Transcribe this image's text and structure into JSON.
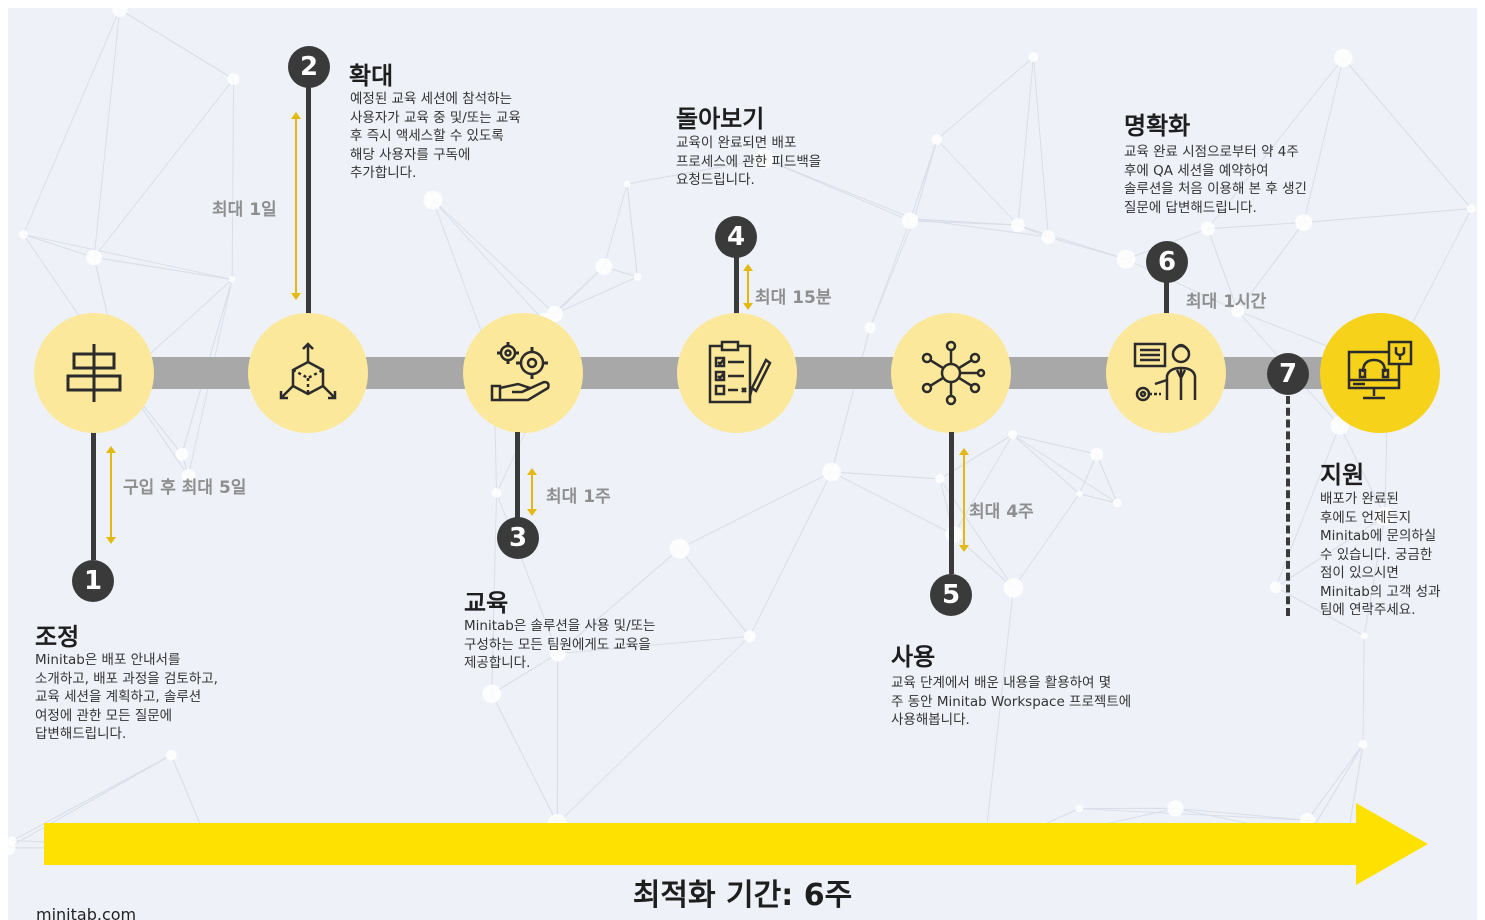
{
  "colors": {
    "accent_yellow": "#f7d21a",
    "circle_fill": "#fbe89b",
    "track_gray": "#a8a8a8",
    "number_badge": "#3a3a3a",
    "duration_text": "#8e8e8e",
    "background": "#eef2f8"
  },
  "steps": [
    {
      "number": "1",
      "icon": "align-center-icon",
      "title": "조정",
      "duration": "구입 후 최대 5일",
      "desc_lines": [
        "Minitab은 배포 안내서를",
        "소개하고, 배포 과정을 검토하고,",
        "교육 세션을 계획하고, 솔루션",
        "여정에 관한 모든 질문에",
        "답변해드립니다."
      ]
    },
    {
      "number": "2",
      "icon": "expand-cube-icon",
      "title": "확대",
      "duration": "최대 1일",
      "desc_lines": [
        "예정된 교육 세션에 참석하는",
        "사용자가 교육 중 및/또는 교육",
        "후 즉시 액세스할 수 있도록",
        "해당 사용자를 구독에",
        "추가합니다."
      ]
    },
    {
      "number": "3",
      "icon": "gears-hand-icon",
      "title": "교육",
      "duration": "최대 1주",
      "desc_lines": [
        "Minitab은 솔루션을 사용 및/또는",
        "구성하는 모든 팀원에게도 교육을",
        "제공합니다."
      ]
    },
    {
      "number": "4",
      "icon": "checklist-icon",
      "title": "돌아보기",
      "duration": "최대 15분",
      "desc_lines": [
        "교육이 완료되면 배포",
        "프로세스에 관한 피드백을",
        "요청드립니다."
      ]
    },
    {
      "number": "5",
      "icon": "network-hub-icon",
      "title": "사용",
      "duration": "최대 4주",
      "desc_lines": [
        "교육 단계에서 배운 내용을 활용하여 몇",
        "주 동안 Minitab Workspace 프로젝트에",
        "사용해봅니다."
      ]
    },
    {
      "number": "6",
      "icon": "presenter-icon",
      "title": "명확화",
      "duration": "최대 1시간",
      "desc_lines": [
        "교육 완료 시점으로부터 약 4주",
        "후에 QA 세션을 예약하여",
        "솔루션을 처음 이용해 본 후 생긴",
        "질문에 답변해드립니다."
      ]
    },
    {
      "number": "7",
      "icon": "support-monitor-icon",
      "title": "지원",
      "desc_lines": [
        "배포가 완료된",
        "후에도 언제든지",
        "Minitab에 문의하실",
        "수 있습니다. 궁금한",
        "점이 있으시면",
        "Minitab의 고객 성과",
        "팀에 연락주세요."
      ]
    }
  ],
  "bottom_label": "최적화 기간: 6주",
  "footer": "minitab.com"
}
